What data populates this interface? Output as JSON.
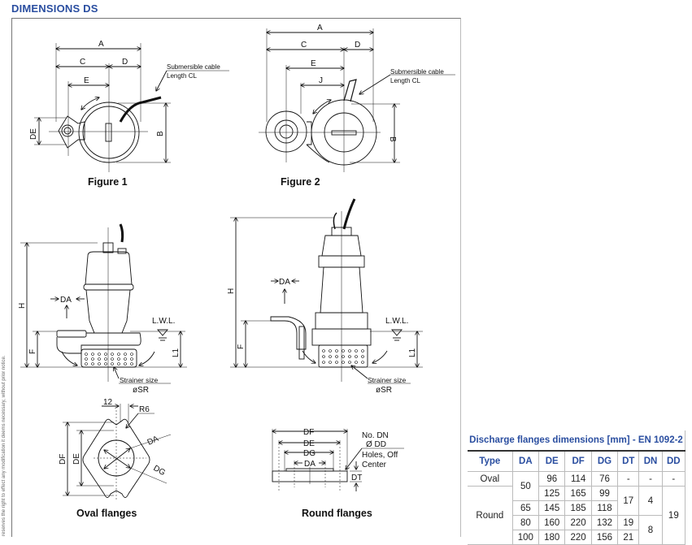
{
  "title": "DIMENSIONS DS",
  "side_note": "reserves the right to effect any modification it deems necessary, without prior notice.",
  "figure1": {
    "caption": "Figure 1",
    "A": "A",
    "C": "C",
    "D": "D",
    "E": "E",
    "B": "B",
    "DE": "DE",
    "cable_line1": "Submersible cable",
    "cable_line2": "Length CL"
  },
  "figure2": {
    "caption": "Figure 2",
    "A": "A",
    "C": "C",
    "D": "D",
    "E": "E",
    "J": "J",
    "B": "B",
    "cable_line1": "Submersible cable",
    "cable_line2": "Length CL"
  },
  "pump1": {
    "H": "H",
    "F": "F",
    "DA": "DA",
    "LWL": "L.W.L.",
    "L1": "L1",
    "strainer": "Strainer size",
    "sr": "øSR"
  },
  "pump2": {
    "H": "H",
    "F": "F",
    "DA": "DA",
    "LWL": "L.W.L.",
    "L1": "L1",
    "strainer": "Strainer size",
    "sr": "øSR"
  },
  "oval": {
    "caption": "Oval flanges",
    "w12": "12",
    "R6": "R6",
    "DA": "DA",
    "DG": "DG",
    "DF": "DF",
    "DE": "DE"
  },
  "round": {
    "caption": "Round flanges",
    "DF": "DF",
    "DE": "DE",
    "DG": "DG",
    "DA": "DA",
    "DN": "No. DN",
    "DD": "Ø  DD",
    "holes": "Holes, Off",
    "center": "Center",
    "DT": "DT"
  },
  "table": {
    "title": "Discharge flanges dimensions [mm] - EN 1092-2",
    "headers": [
      "Type",
      "DA",
      "DE",
      "DF",
      "DG",
      "DT",
      "DN",
      "DD"
    ],
    "oval": {
      "type": "Oval",
      "DE": "96",
      "DF": "114",
      "DG": "76",
      "DT": "-",
      "DN": "-",
      "DD": "-"
    },
    "da_50": "50",
    "round_type": "Round",
    "r1": {
      "DE": "125",
      "DF": "165",
      "DG": "99"
    },
    "r2": {
      "DA": "65",
      "DE": "145",
      "DF": "185",
      "DG": "118"
    },
    "r3": {
      "DA": "80",
      "DE": "160",
      "DF": "220",
      "DG": "132",
      "DT": "19"
    },
    "r4": {
      "DA": "100",
      "DE": "180",
      "DF": "220",
      "DG": "156",
      "DT": "21"
    },
    "dt_17": "17",
    "dn_4": "4",
    "dn_8": "8",
    "dd_19": "19"
  },
  "colors": {
    "accent": "#2a4ea0"
  }
}
